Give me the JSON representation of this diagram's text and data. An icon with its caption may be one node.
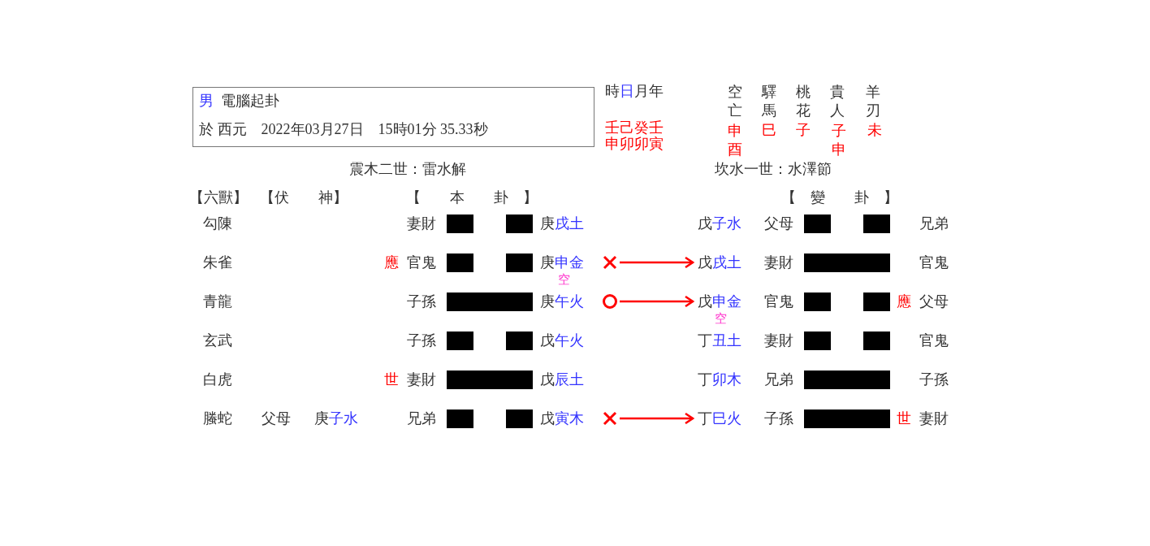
{
  "diagram": {
    "nodes": [
      {
        "text": [
          "男",
          "電腦起卦",
          "於 西元　2022年03月27日　15時01分 35.33秒"
        ]
      },
      {
        "text": [],
        "shape": "cross"
      },
      {
        "text": [
          "戊戌土"
        ]
      },
      {
        "text": [],
        "shape": "circle"
      },
      {
        "text": [
          "戊申金"
        ]
      },
      {
        "text": [],
        "shape": "cross"
      },
      {
        "text": [
          "丁巳火"
        ]
      }
    ],
    "edges": [
      {
        "from": 1,
        "to": 2,
        "arrow": "to"
      },
      {
        "from": 3,
        "to": 4,
        "arrow": "to"
      },
      {
        "from": 5,
        "to": 6,
        "arrow": "to"
      }
    ],
    "labels": [
      "時日月年",
      "壬己癸壬",
      "申卯卯寅",
      "空亡",
      "驛馬",
      "桃花",
      "貴人",
      "羊刃",
      "申酉",
      "巳",
      "子",
      "子申",
      "未",
      "震木二世：雷水解",
      "坎水一世：水澤節",
      "【六獸】",
      "【伏　　神】",
      "【　　本　　卦　】",
      "【　變　　卦　】",
      "勾陳",
      "妻財",
      "庚戌土",
      "戊子水",
      "父母",
      "兄弟",
      "朱雀",
      "應",
      "官鬼",
      "庚申金",
      "空",
      "妻財",
      "官鬼",
      "青龍",
      "子孫",
      "庚午火",
      "空",
      "官鬼",
      "應",
      "父母",
      "玄武",
      "子孫",
      "戊午火",
      "丁丑土",
      "妻財",
      "官鬼",
      "白虎",
      "世",
      "妻財",
      "戊辰土",
      "丁卯木",
      "兄弟",
      "子孫",
      "螣蛇",
      "父母",
      "庚子水",
      "兄弟",
      "戊寅木",
      "子孫",
      "世",
      "妻財"
    ]
  }
}
